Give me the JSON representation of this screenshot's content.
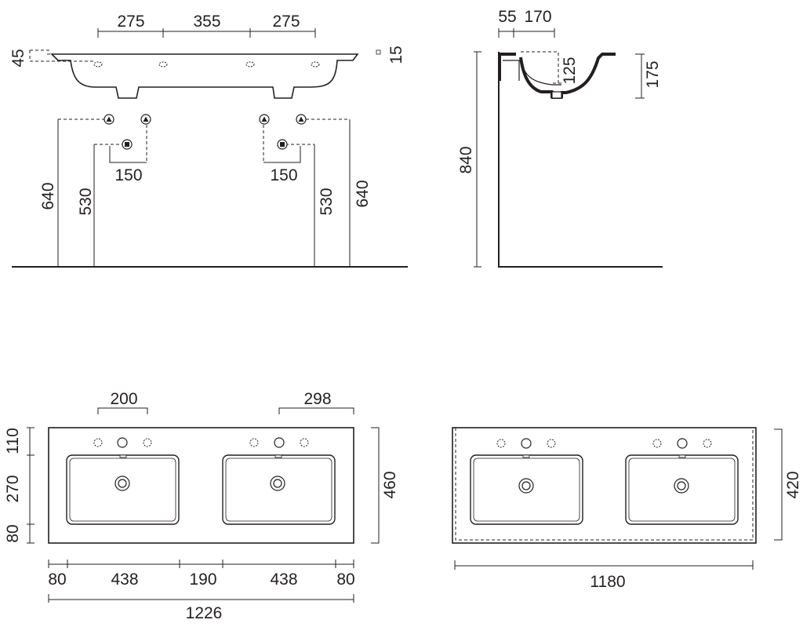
{
  "front_view": {
    "tap_spacing": [
      "275",
      "355",
      "275"
    ],
    "rim_height": "45",
    "rim_offset": "15",
    "connection_spacing": [
      "150",
      "150"
    ],
    "supply_height": "640",
    "drain_height": "530"
  },
  "side_view": {
    "overflow_offset": "55",
    "basin_depth_top": "170",
    "bowl_depth": "125",
    "total_height": "175",
    "rim_height_from_floor": "840"
  },
  "plan_view": {
    "tap_hole_offset": "200",
    "tap_hole_span": "298",
    "depth_rows": [
      "110",
      "270",
      "80"
    ],
    "total_depth": "460",
    "width_segments": [
      "80",
      "438",
      "190",
      "438",
      "80"
    ],
    "total_width": "1226"
  },
  "cabinet_view": {
    "depth": "420",
    "width": "1180"
  },
  "icons": {
    "supply": "triangle-in-circle-icon",
    "drain": "square-in-circle-icon",
    "tap_hole": "dashed-circle-icon",
    "waste": "double-circle-icon"
  }
}
